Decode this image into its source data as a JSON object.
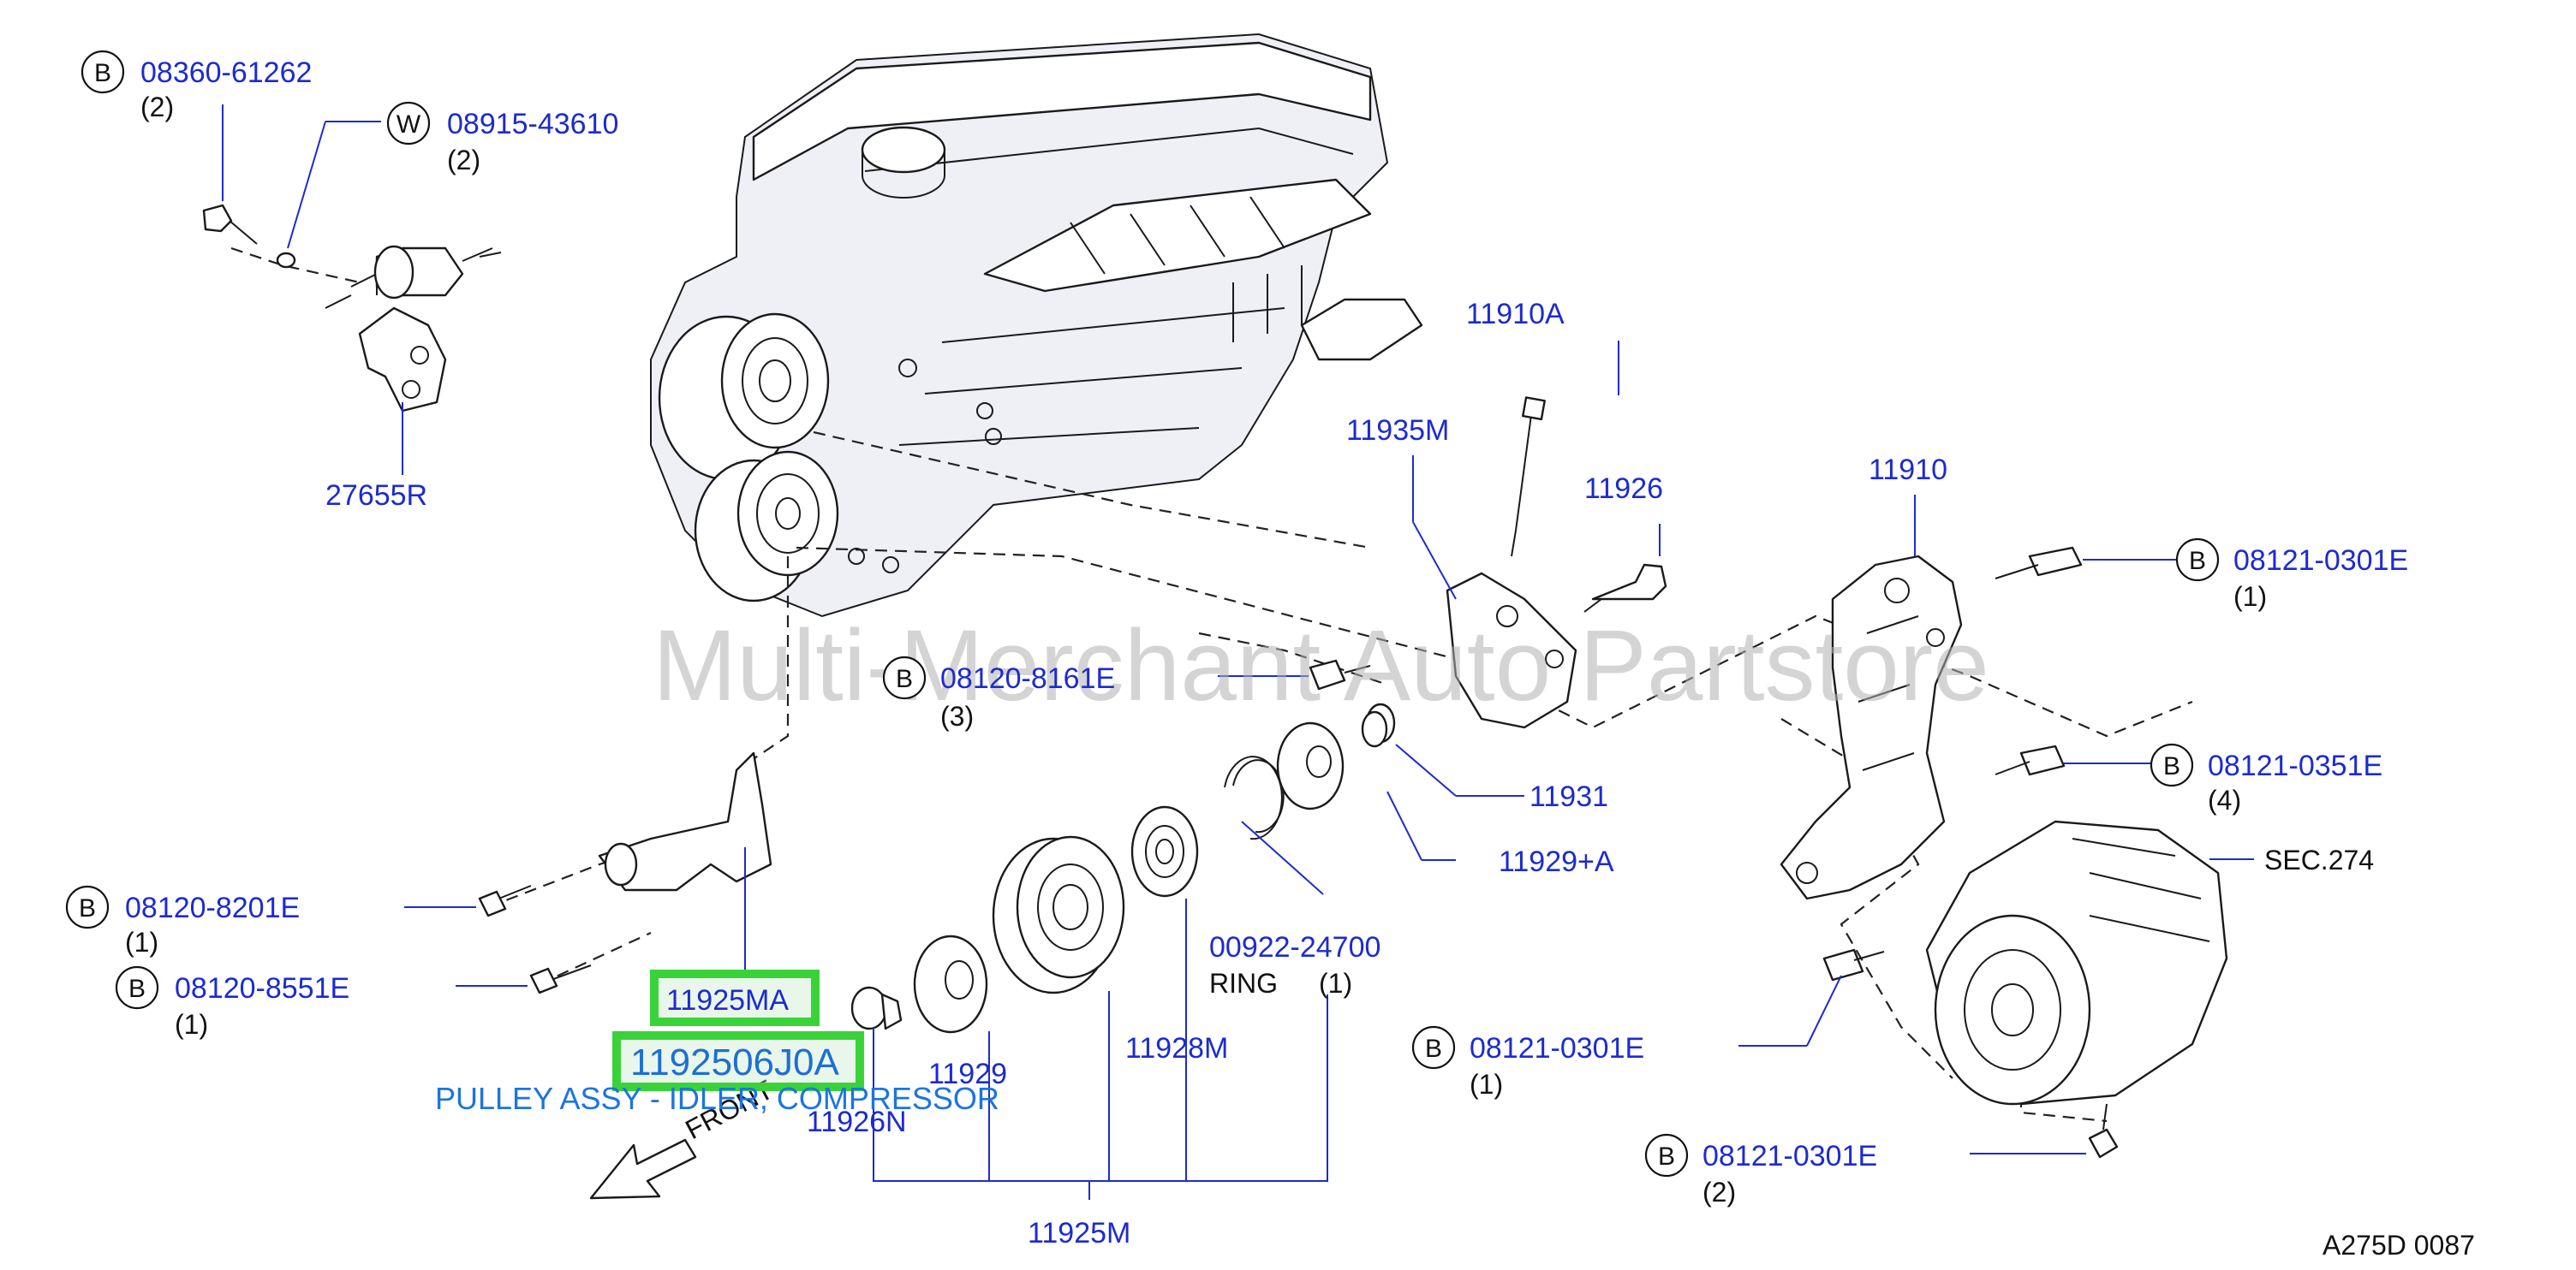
{
  "watermark": "Multi-Merchant Auto Partstore",
  "diagram_code": "A275D   0087",
  "highlight": {
    "part": "11925MA",
    "part_number": "1192506J0A",
    "description": "PULLEY ASSY - IDLER, COMPRESSOR"
  },
  "front_label": "FRONT",
  "ring_label": "RING",
  "callouts": {
    "c1": {
      "letter": "B",
      "part": "08360-61262",
      "qty": "(2)"
    },
    "c2": {
      "letter": "W",
      "part": "08915-43610",
      "qty": "(2)"
    },
    "c3": {
      "part": "27655R"
    },
    "c4": {
      "part": "11910A"
    },
    "c5": {
      "part": "11935M"
    },
    "c6": {
      "part": "11926"
    },
    "c7": {
      "part": "11910"
    },
    "c8": {
      "letter": "B",
      "part": "08121-0301E",
      "qty": "(1)"
    },
    "c9": {
      "letter": "B",
      "part": "08120-8161E",
      "qty": "(3)"
    },
    "c10": {
      "letter": "B",
      "part": "08121-0351E",
      "qty": "(4)"
    },
    "c11": {
      "part": "11931"
    },
    "c12": {
      "part": "11929+A"
    },
    "c13": {
      "part": "SEC.274"
    },
    "c14": {
      "letter": "B",
      "part": "08120-8201E",
      "qty": "(1)"
    },
    "c15": {
      "letter": "B",
      "part": "08120-8551E",
      "qty": "(1)"
    },
    "c16": {
      "part": "00922-24700",
      "qty": "(1)"
    },
    "c17": {
      "part": "11929"
    },
    "c18": {
      "part": "11928M"
    },
    "c19": {
      "part": "11926N"
    },
    "c20": {
      "letter": "B",
      "part": "08121-0301E",
      "qty": "(1)"
    },
    "c21": {
      "letter": "B",
      "part": "08121-0301E",
      "qty": "(2)"
    },
    "c22": {
      "part": "11925M"
    }
  }
}
